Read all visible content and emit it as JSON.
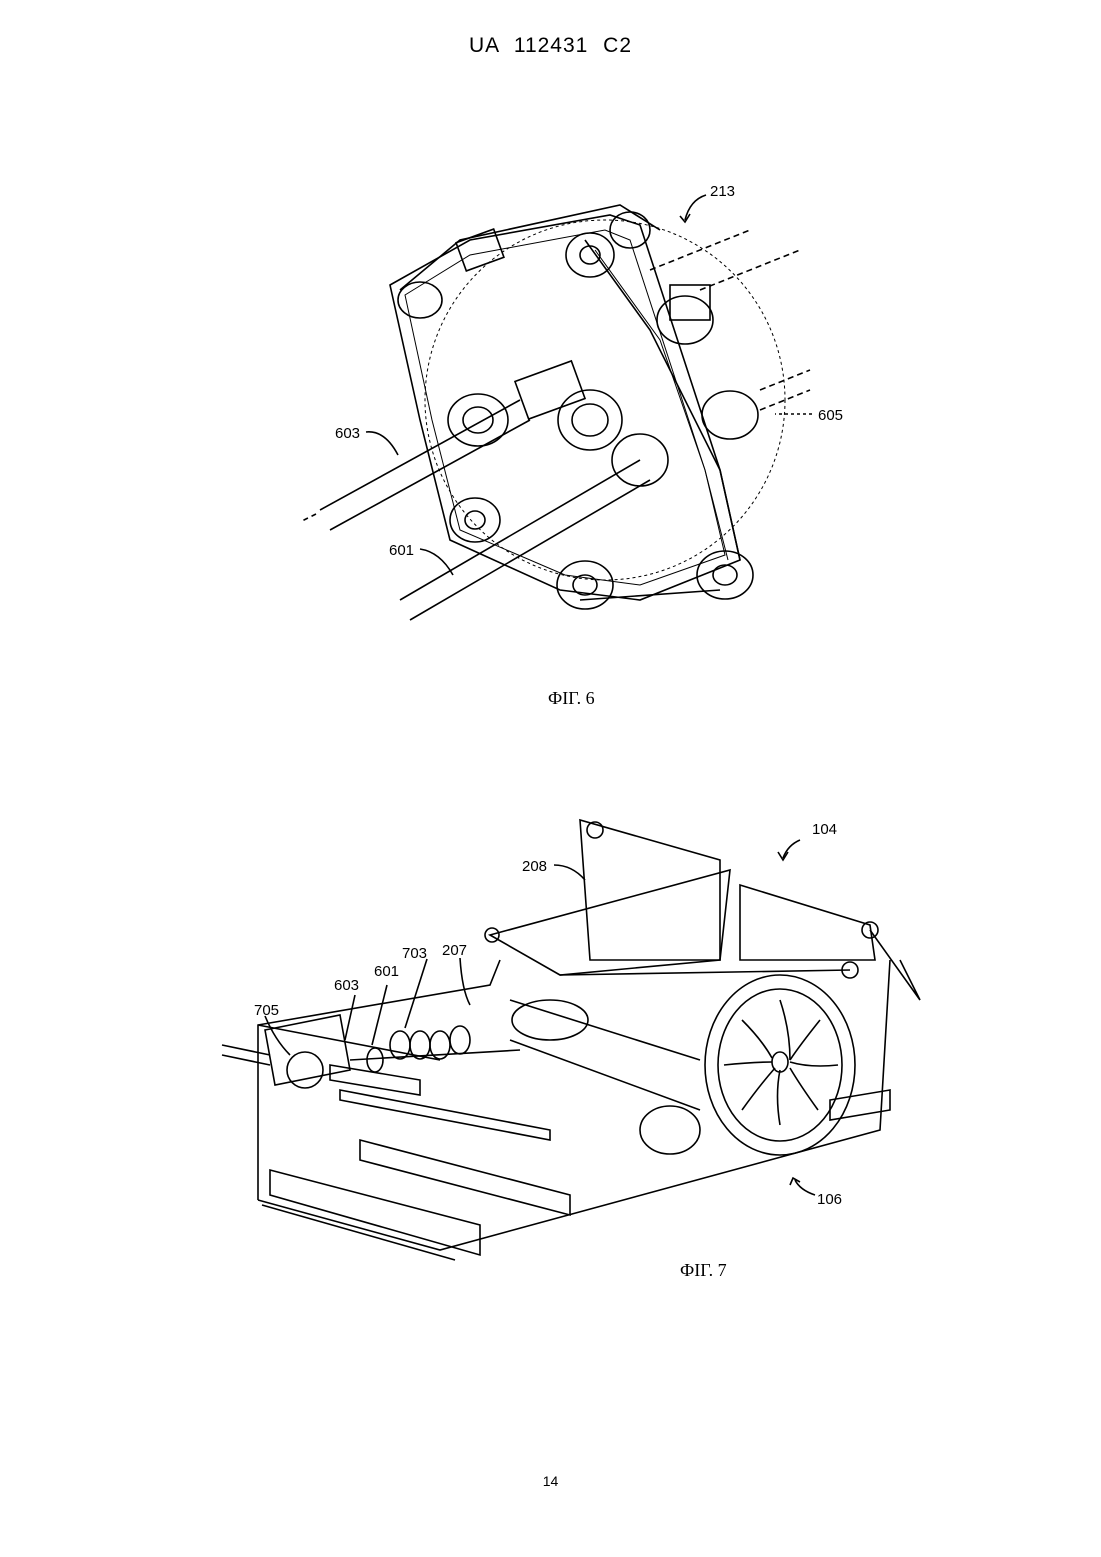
{
  "header": {
    "doc_id": "UA   112431   C2"
  },
  "figure6": {
    "caption": "ФІГ. 6",
    "labels": {
      "l213": "213",
      "l605": "605",
      "l603": "603",
      "l601": "601"
    }
  },
  "figure7": {
    "caption": "ФІГ. 7",
    "labels": {
      "l104": "104",
      "l208": "208",
      "l703": "703",
      "l207": "207",
      "l601": "601",
      "l603": "603",
      "l705": "705",
      "l106": "106"
    }
  },
  "footer": {
    "page_number": "14"
  }
}
